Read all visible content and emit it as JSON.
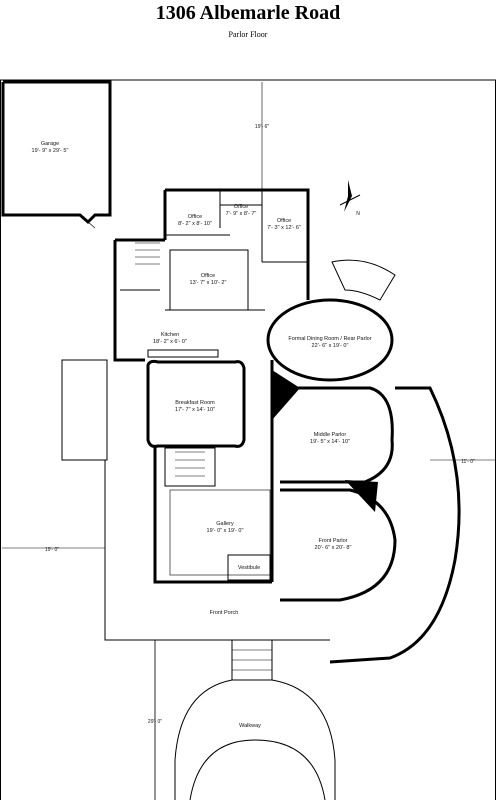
{
  "header": {
    "title": "1306 Albemarle Road",
    "subtitle": "Parlor Floor"
  },
  "rooms": {
    "garage": {
      "name": "Garage",
      "size": "19'- 9\" x 29'- 5\""
    },
    "office1": {
      "name": "Office",
      "size": "8'- 2\" x 8'- 10\""
    },
    "office2": {
      "name": "Office",
      "size": "7'- 9\" x 8'- 7\""
    },
    "office3": {
      "name": "Office",
      "size": "7'- 3\" x 12'- 6\""
    },
    "office4": {
      "name": "Office",
      "size": "13'- 7\" x 10'- 2\""
    },
    "kitchen": {
      "name": "Kitchen",
      "size": "18'- 2\" x 6'- 0\""
    },
    "dining": {
      "name": "Formal Dining Room / Rear Parlor",
      "size": "22'- 6\" x 19'- 0\""
    },
    "breakfast": {
      "name": "Breakfast Room",
      "size": "17'- 7\" x 14'- 10\""
    },
    "middle_parlor": {
      "name": "Middle Parlor",
      "size": "19'- 5\" x 14'- 10\""
    },
    "gallery": {
      "name": "Gallery",
      "size": "19'- 0\" x 19'- 0\""
    },
    "front_parlor": {
      "name": "Front Parlor",
      "size": "20'- 6\" x 20'- 8\""
    },
    "vestibule": {
      "name": "Vestibule"
    },
    "front_porch": {
      "name": "Front Porch"
    },
    "walkway": {
      "name": "Walkway"
    }
  },
  "dimensions": {
    "top": "19'- 6\"",
    "right": "11'- 0\"",
    "left": "19'- 0\"",
    "bottom": "29'- 0\""
  },
  "compass": {
    "letter": "N"
  }
}
